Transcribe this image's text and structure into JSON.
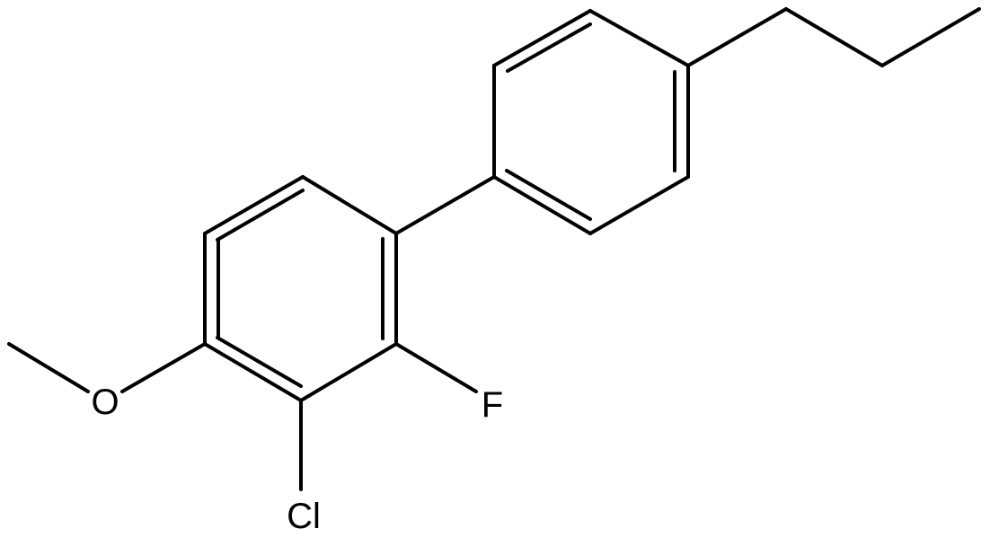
{
  "molecule": {
    "atoms": {
      "oxygen": "O",
      "fluorine": "F",
      "chlorine": "Cl"
    }
  },
  "colors": {
    "bond": "#000000",
    "label": "#000000",
    "background": "#ffffff"
  }
}
